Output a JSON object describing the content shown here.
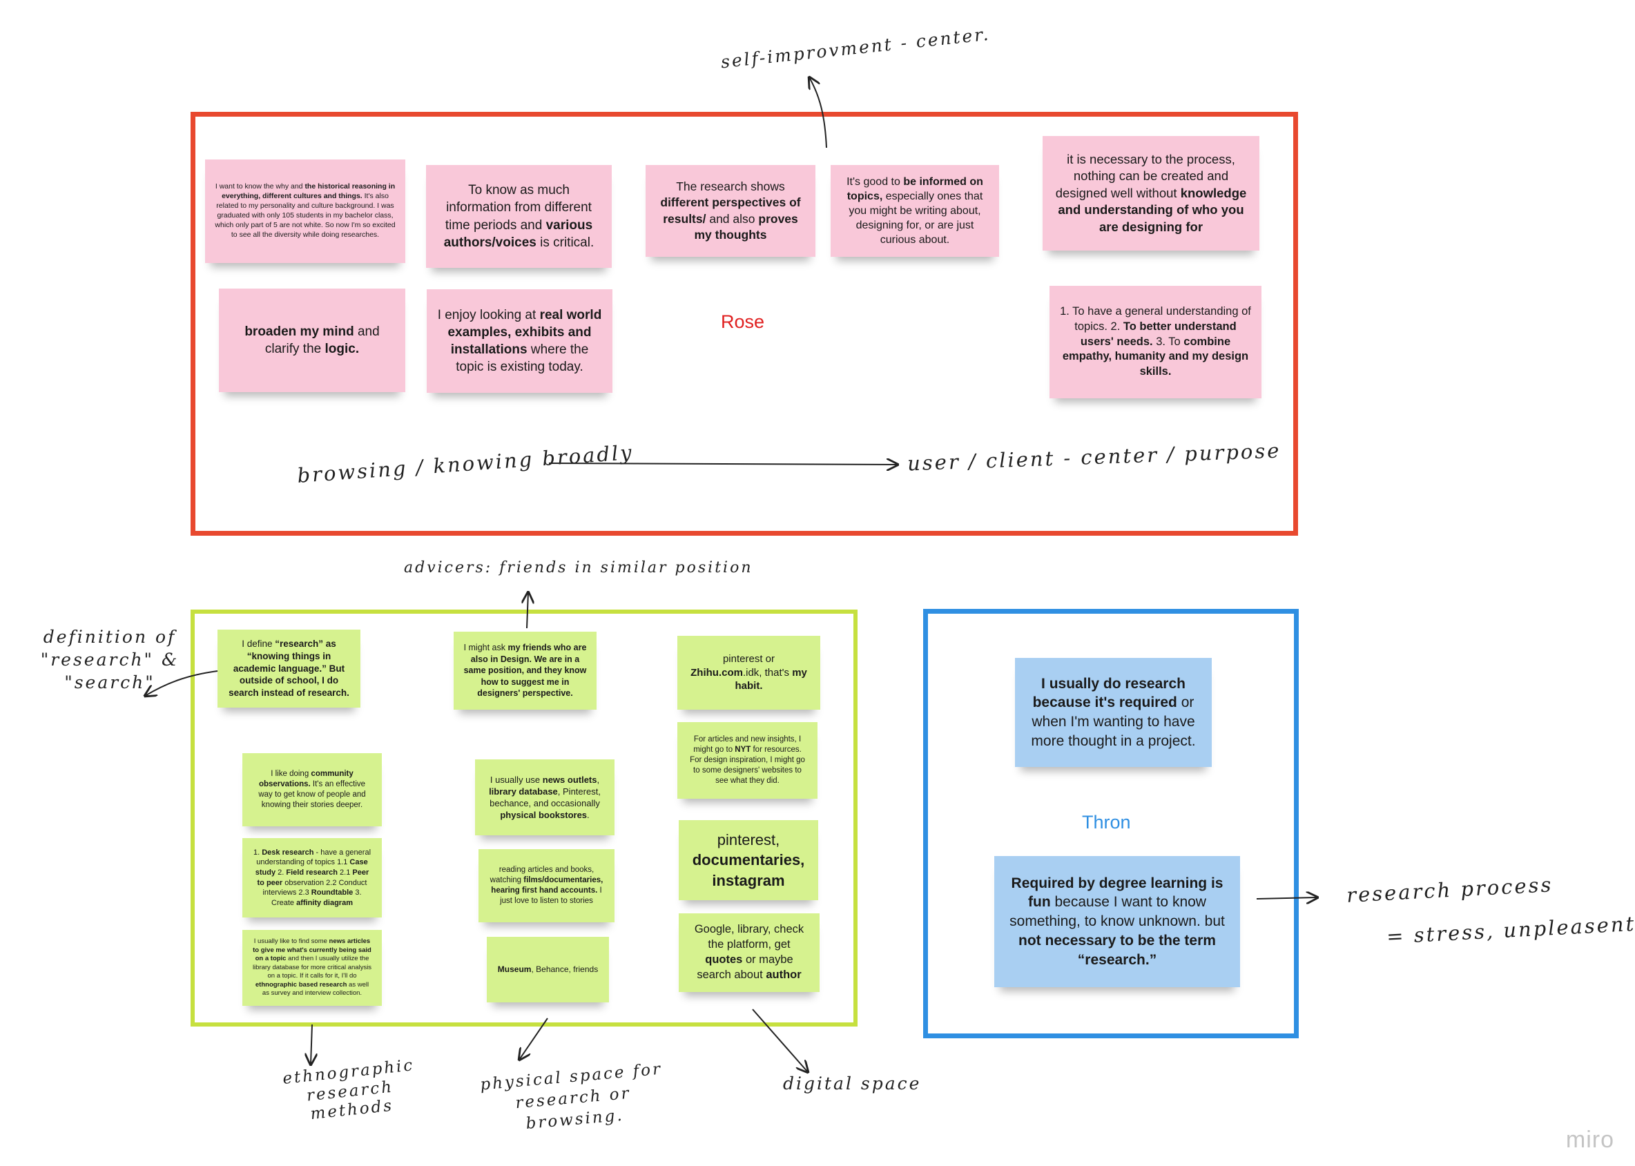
{
  "board": {
    "brand": "miro"
  },
  "groups": {
    "rose": {
      "label": "Rose",
      "label_color": "#e02020",
      "border_color": "#e8492f"
    },
    "green": {
      "border_color": "#c6e03f"
    },
    "thron": {
      "label": "Thron",
      "label_color": "#2f8fe2",
      "border_color": "#2f8fe2"
    }
  },
  "colors": {
    "pink_note": "#f9c8d9",
    "green_note": "#d6f28f",
    "blue_note": "#a9cff2"
  },
  "notes": {
    "rose": [
      {
        "id": "r1",
        "segments": [
          {
            "t": "I want to know the why and "
          },
          {
            "t": "the historical reasoning in everything, different cultures and things.",
            "b": true
          },
          {
            "t": " It's also related to my personality and culture background. I was graduated with only 105 students in my bachelor class, which only part of 5 are not white. So now I'm so excited to see all the diversity while doing researches."
          }
        ]
      },
      {
        "id": "r2",
        "segments": [
          {
            "t": "To know as much information from different time periods and "
          },
          {
            "t": "various authors/voices",
            "b": true
          },
          {
            "t": " is critical."
          }
        ]
      },
      {
        "id": "r3",
        "segments": [
          {
            "t": "The research shows "
          },
          {
            "t": "different perspectives of results/",
            "b": true
          },
          {
            "t": " and also "
          },
          {
            "t": "proves my thoughts",
            "b": true
          }
        ]
      },
      {
        "id": "r4",
        "segments": [
          {
            "t": "It's good to "
          },
          {
            "t": "be informed on topics,",
            "b": true
          },
          {
            "t": " especially ones that you might be writing about, designing for, or are just curious about."
          }
        ]
      },
      {
        "id": "r5",
        "segments": [
          {
            "t": "it is necessary to the process, nothing can be created and designed well without "
          },
          {
            "t": "knowledge and understanding of who you are designing for",
            "b": true
          }
        ]
      },
      {
        "id": "r6",
        "segments": [
          {
            "t": "broaden my mind",
            "b": true
          },
          {
            "t": " and clarify the "
          },
          {
            "t": "logic.",
            "b": true
          }
        ]
      },
      {
        "id": "r7",
        "segments": [
          {
            "t": "I enjoy looking at "
          },
          {
            "t": "real world examples, exhibits and installations",
            "b": true
          },
          {
            "t": " where the topic is existing today."
          }
        ]
      },
      {
        "id": "r8",
        "segments": [
          {
            "t": "1. To have a general understanding of topics. 2. "
          },
          {
            "t": "To better understand users' needs.",
            "b": true
          },
          {
            "t": " 3. To "
          },
          {
            "t": "combine empathy, humanity and my design skills.",
            "b": true
          }
        ]
      }
    ],
    "green": [
      {
        "id": "g1",
        "segments": [
          {
            "t": "I define "
          },
          {
            "t": "“research” as “knowing things in academic language.” But outside of school, I do search instead of research.",
            "b": true
          }
        ]
      },
      {
        "id": "g2",
        "segments": [
          {
            "t": "I might ask "
          },
          {
            "t": "my friends who are also in Design. We are in a same position, and they know how to suggest me in designers' perspective.",
            "b": true
          }
        ]
      },
      {
        "id": "g3",
        "segments": [
          {
            "t": "pinterest or "
          },
          {
            "t": "Zhihu.com",
            "b": true
          },
          {
            "t": ".idk, that's "
          },
          {
            "t": "my habit.",
            "b": true
          }
        ]
      },
      {
        "id": "g4",
        "segments": [
          {
            "t": "For articles and new insights, I might go to "
          },
          {
            "t": "NYT",
            "b": true
          },
          {
            "t": " for resources. For design inspiration, I might go to some designers' websites to see what they did."
          }
        ]
      },
      {
        "id": "g5",
        "segments": [
          {
            "t": "I like doing "
          },
          {
            "t": "community observations.",
            "b": true
          },
          {
            "t": " It's an effective way to get know of people and knowing their stories deeper."
          }
        ]
      },
      {
        "id": "g6",
        "segments": [
          {
            "t": "I usually use "
          },
          {
            "t": "news outlets",
            "b": true
          },
          {
            "t": ", "
          },
          {
            "t": "library database",
            "b": true
          },
          {
            "t": ", Pinterest, bechance, and occasionally "
          },
          {
            "t": "physical bookstores",
            "b": true
          },
          {
            "t": "."
          }
        ]
      },
      {
        "id": "g7",
        "segments": [
          {
            "t": "pinterest, "
          },
          {
            "t": "documentaries, instagram",
            "b": true
          }
        ]
      },
      {
        "id": "g8",
        "segments": [
          {
            "t": "1. "
          },
          {
            "t": "Desk research",
            "b": true
          },
          {
            "t": " - have a general understanding of topics 1.1 "
          },
          {
            "t": "Case study",
            "b": true
          },
          {
            "t": " 2. "
          },
          {
            "t": "Field research",
            "b": true
          },
          {
            "t": " 2.1 "
          },
          {
            "t": "Peer to peer",
            "b": true
          },
          {
            "t": " observation 2.2 Conduct interviews 2.3 "
          },
          {
            "t": "Roundtable",
            "b": true
          },
          {
            "t": " 3. Create "
          },
          {
            "t": "affinity diagram",
            "b": true
          }
        ]
      },
      {
        "id": "g9",
        "segments": [
          {
            "t": "reading articles and books, watching "
          },
          {
            "t": "films/documentaries, hearing first hand accounts.",
            "b": true
          },
          {
            "t": " I just love to listen to stories"
          }
        ]
      },
      {
        "id": "g10",
        "segments": [
          {
            "t": "I usually like to find some "
          },
          {
            "t": "news articles to give me what's currently being said on a topic",
            "b": true
          },
          {
            "t": " and then I usually utilize the library database for more critical analysis on a topic. If it calls for it, I'll do "
          },
          {
            "t": "ethnographic based research",
            "b": true
          },
          {
            "t": " as well as survey and interview collection."
          }
        ]
      },
      {
        "id": "g11",
        "segments": [
          {
            "t": "Museum",
            "b": true
          },
          {
            "t": ", Behance, friends"
          }
        ]
      },
      {
        "id": "g12",
        "segments": [
          {
            "t": "Google, library, check the platform, get "
          },
          {
            "t": "quotes",
            "b": true
          },
          {
            "t": " or maybe search about "
          },
          {
            "t": "author",
            "b": true
          }
        ]
      }
    ],
    "blue": [
      {
        "id": "b1",
        "segments": [
          {
            "t": "I usually do research because it's required",
            "b": true
          },
          {
            "t": " or when I'm wanting to have more thought in a project."
          }
        ]
      },
      {
        "id": "b2",
        "segments": [
          {
            "t": "Required by degree learning is fun",
            "b": true
          },
          {
            "t": " because I want to know something, to know unknown. but "
          },
          {
            "t": "not necessary to be the term “research.”",
            "b": true
          }
        ]
      }
    ]
  },
  "annotations": {
    "self_improvement": "self-improvment - center.",
    "browsing": "browsing / knowing broadly",
    "user_client": "user / client - center / purpose",
    "advicers": "advicers: friends in similar position",
    "definition": "definition of \"research\" & \"search\"",
    "ethnographic": "ethnographic research methods",
    "physical": "physical space for research or browsing.",
    "digital": "digital space",
    "research_process": "research process",
    "stress": "= stress, unpleasent."
  }
}
